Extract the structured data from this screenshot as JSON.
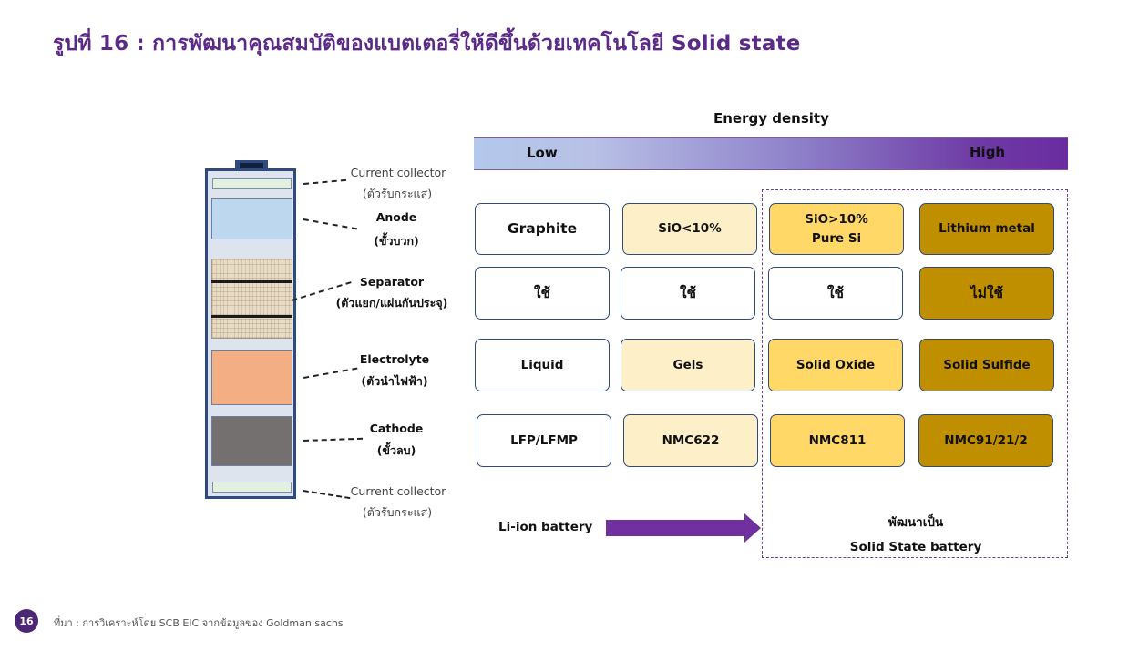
{
  "title": "รูปที่ 16 : การพัฒนาคุณสมบัติของแบตเตอรี่ให้ดีขึ้นด้วยเทคโนโลยี Solid state",
  "battery_labels": {
    "cc_top_en": "Current collector",
    "cc_top_th": "(ตัวรับกระแส)",
    "anode_en": "Anode",
    "anode_th": "(ขั้วบวก)",
    "separator_en": "Separator",
    "separator_th": "(ตัวแยก/แผ่นกันประจุ)",
    "electrolyte_en": "Electrolyte",
    "electrolyte_th": "(ตัวนำไฟฟ้า)",
    "cathode_en": "Cathode",
    "cathode_th": "(ขั้วลบ)",
    "cc_bot_en": "Current collector",
    "cc_bot_th": "(ตัวรับกระแส)"
  },
  "energy_density": {
    "title": "Energy density",
    "low": "Low",
    "high": "High"
  },
  "grid": {
    "anode": [
      "Graphite",
      "SiO<10%",
      "SiO>10%",
      "Pure Si",
      "Lithium metal"
    ],
    "separator": [
      "ใช้",
      "ใช้",
      "ใช้",
      "ไม่ใช้"
    ],
    "electrolyte": [
      "Liquid",
      "Gels",
      "Solid Oxide",
      "Solid Sulfide"
    ],
    "cathode": [
      "LFP/LFMP",
      "NMC622",
      "NMC811",
      "NMC91/21/2"
    ]
  },
  "colors": {
    "white": "#ffffff",
    "cream": "#fdf0c8",
    "yellow": "#ffd867",
    "gold": "#bf8f00",
    "purple": "#7030a0"
  },
  "bottom": {
    "liion": "Li-ion battery",
    "develop_line1": "พัฒนาเป็น",
    "develop_line2": "Solid State battery"
  },
  "footer": {
    "page": "16",
    "source": "ที่มา : การวิเคราะห์โดย SCB EIC จากข้อมูลของ Goldman sachs"
  }
}
